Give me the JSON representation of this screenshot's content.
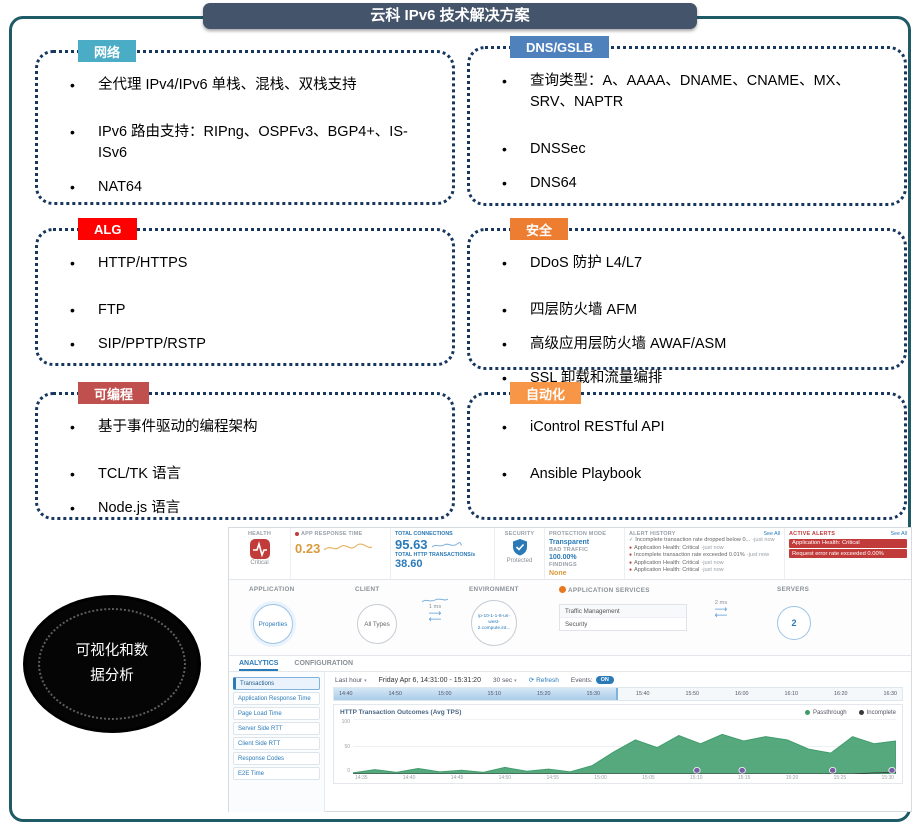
{
  "slide": {
    "title": "云科 IPv6 技术解决方案",
    "visualization_label": "可视化和数据分析"
  },
  "boxes": [
    {
      "label": "网络",
      "color": "#4BACC6",
      "items": [
        "全代理 IPv4/IPv6 单栈、混栈、双栈支持",
        "IPv6 路由支持：RIPng、OSPFv3、BGP4+、IS-ISv6",
        "NAT64"
      ]
    },
    {
      "label": "DNS/GSLB",
      "color": "#4F81BD",
      "items": [
        "查询类型：A、AAAA、DNAME、CNAME、MX、SRV、NAPTR",
        "DNSSec",
        "DNS64"
      ]
    },
    {
      "label": "ALG",
      "color": "#FF0000",
      "items": [
        "HTTP/HTTPS",
        "FTP",
        "SIP/PPTP/RSTP"
      ]
    },
    {
      "label": "安全",
      "color": "#ED7D31",
      "items": [
        "DDoS 防护 L4/L7",
        "四层防火墙 AFM",
        "高级应用层防火墙 AWAF/ASM",
        "SSL 卸载和流量编排"
      ]
    },
    {
      "label": "可编程",
      "color": "#C0504D",
      "items": [
        "基于事件驱动的编程架构",
        "TCL/TK 语言",
        "Node.js 语言"
      ]
    },
    {
      "label": "自动化",
      "color": "#F79646",
      "items": [
        "iControl RESTful API",
        "Ansible Playbook"
      ]
    }
  ],
  "colors": {
    "accent": "#2A7AB8",
    "alert": "#C23B3B",
    "chart_green": "#3F9C6B",
    "warn": "#D99A3D"
  },
  "dashboard": {
    "status": {
      "health_label": "HEALTH",
      "health_value": "Critical",
      "response_label": "APP RESPONSE TIME",
      "response_value": "0.23",
      "connections_label": "TOTAL CONNECTIONS",
      "connections_value": "95.63",
      "transactions_label": "TOTAL HTTP TRANSACTIONS/s",
      "transactions_value": "38.60",
      "security_label": "SECURITY",
      "security_value": "Protected",
      "protection_mode_label": "PROTECTION MODE",
      "protection_mode_value": "Transparent",
      "bad_traffic_label": "BAD TRAFFIC",
      "bad_traffic_value": "100.00%",
      "findings_label": "FINDINGS",
      "findings_value": "None",
      "alert_history_label": "ALERT HISTORY",
      "see_all_label": "See All",
      "alert_history": [
        {
          "text": "Incomplete transaction rate dropped below 0...",
          "time": "just now"
        },
        {
          "text": "Application Health: Critical",
          "time": "just now"
        },
        {
          "text": "Incomplete transaction rate exceeded 0.01%",
          "time": "just now"
        },
        {
          "text": "Application Health: Critical",
          "time": "just now"
        },
        {
          "text": "Application Health: Critical",
          "time": "just now"
        }
      ],
      "active_alerts_label": "ACTIVE ALERTS",
      "active_alerts": [
        "Application Health: Critical",
        "Request error rate exceeded 0.00%"
      ]
    },
    "topology": {
      "application_label": "APPLICATION",
      "application_node": "Properties",
      "client_label": "CLIENT",
      "client_node": "All Types",
      "client_latency": "1 ms",
      "environment_label": "ENVIRONMENT",
      "environment_node": "ip-10-1-1-8-us-west-2.compute.int...",
      "services_label": "APPLICATION SERVICES",
      "services": [
        "Traffic Management",
        "Security"
      ],
      "server_latency": "2 ms",
      "servers_label": "SERVERS",
      "servers_count": "2"
    },
    "analytics": {
      "tabs": [
        "ANALYTICS",
        "CONFIGURATION"
      ],
      "sidebar": [
        "Transactions",
        "Application Response Time",
        "Page Load Time",
        "Server Side RTT",
        "Client Side RTT",
        "Response Codes",
        "E2E Time"
      ],
      "toolbar": {
        "range": "Last hour",
        "date_range": "Friday Apr 6, 14:31:00 - 15:31:20",
        "interval": "30 sec",
        "refresh_label": "Refresh",
        "events_label": "Events:",
        "events_state": "ON"
      },
      "timeline_ticks": [
        "14:40",
        "14:50",
        "15:00",
        "15:10",
        "15:20",
        "15:30",
        "15:40",
        "15:50",
        "16:00",
        "16:10",
        "16:20",
        "16:30"
      ]
    }
  },
  "chart_data": {
    "type": "area",
    "title": "HTTP Transaction Outcomes (Avg TPS)",
    "x_range": [
      "14:31",
      "15:31"
    ],
    "x_ticks": [
      "14:35",
      "14:40",
      "14:45",
      "14:50",
      "14:55",
      "15:00",
      "15:05",
      "15:10",
      "15:15",
      "15:20",
      "15:25",
      "15:30"
    ],
    "ylim": [
      0,
      100
    ],
    "y_ticks": [
      0,
      50,
      100
    ],
    "legend_position": "top-right",
    "series": [
      {
        "name": "Passthrough",
        "color": "#3F9C6B",
        "values": [
          2,
          8,
          3,
          10,
          4,
          7,
          3,
          12,
          5,
          9,
          4,
          15,
          40,
          62,
          48,
          70,
          55,
          72,
          60,
          68,
          62,
          45,
          38,
          68,
          55,
          60
        ]
      },
      {
        "name": "Incomplete",
        "color": "#3a3a3a",
        "values": [
          0,
          0,
          0,
          0,
          0,
          0,
          0,
          0,
          0,
          0,
          0,
          0,
          0,
          0,
          0,
          0,
          0,
          0,
          0,
          0,
          0,
          0,
          0,
          0,
          2,
          3
        ]
      }
    ],
    "event_markers": [
      "15:09",
      "15:14",
      "15:24",
      "15:31"
    ]
  }
}
